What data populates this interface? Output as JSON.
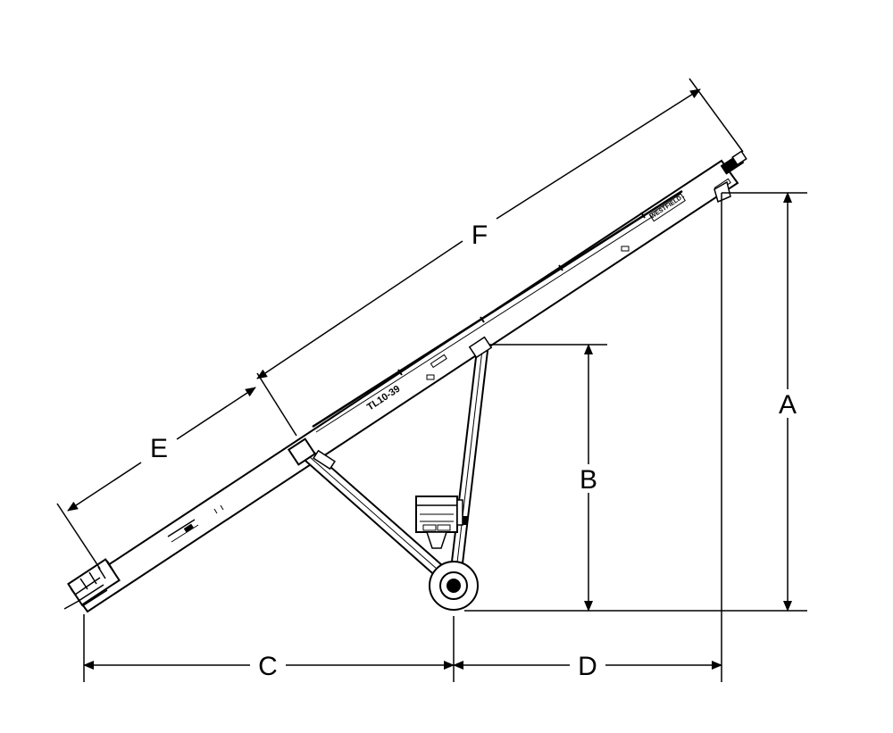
{
  "diagram": {
    "dimensions": {
      "a": "A",
      "b": "B",
      "c": "C",
      "d": "D",
      "e": "E",
      "f": "F"
    },
    "model_label": "TL10-39",
    "brand_decal": "WESTFIELD"
  }
}
